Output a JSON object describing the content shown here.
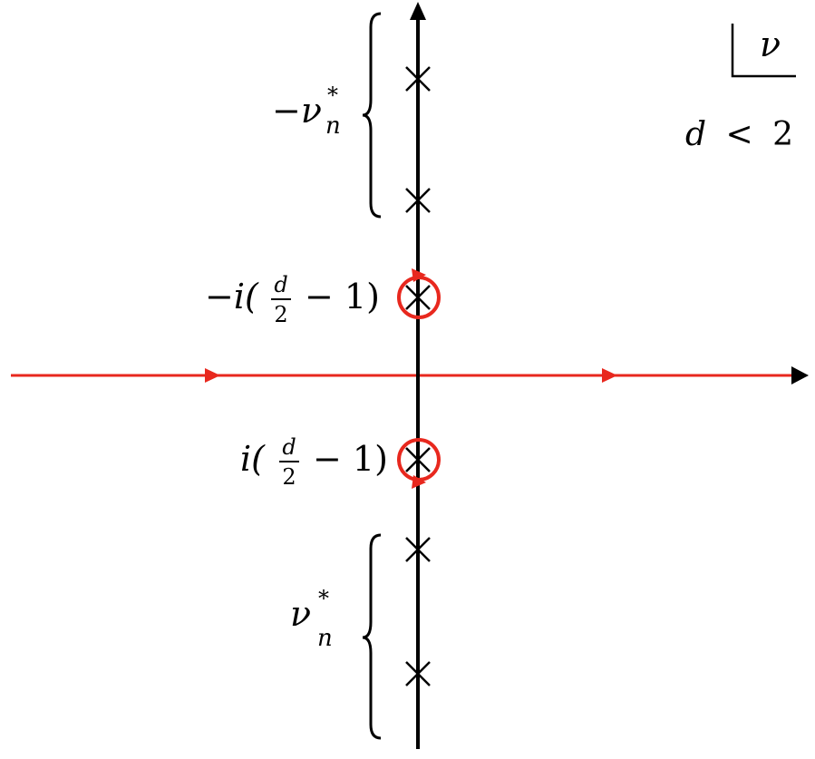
{
  "diagram": {
    "corner_label": {
      "symbol": "ν"
    },
    "condition": {
      "lhs": "d",
      "op": "<",
      "rhs": "2"
    },
    "group_upper": {
      "base": "−ν",
      "sup": "*",
      "sub": "n"
    },
    "group_lower": {
      "base": "ν",
      "sup": "*",
      "sub": "n"
    },
    "pole_upper": {
      "prefix": "−i(",
      "frac_num": "d",
      "frac_den": "2",
      "suffix": "− 1)"
    },
    "pole_lower": {
      "prefix": "i(",
      "frac_num": "d",
      "frac_den": "2",
      "suffix": "− 1)"
    }
  },
  "colors": {
    "axis": "#000000",
    "contour": "#e8281e",
    "pole_mark": "#000000"
  }
}
